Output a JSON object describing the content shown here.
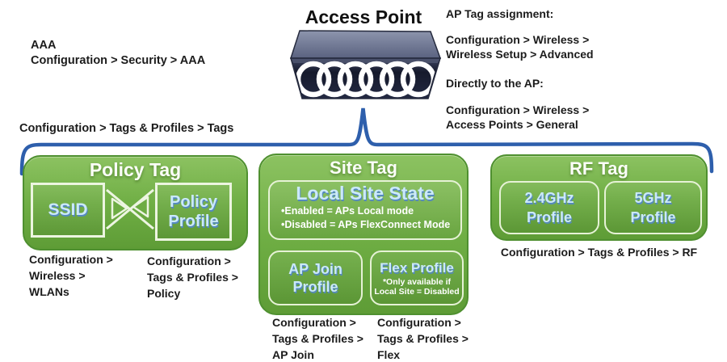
{
  "title": "Access Point",
  "ap_assignment": {
    "heading": "AP Tag assignment:",
    "line1": "Configuration >  Wireless >",
    "line2": "Wireless Setup > Advanced",
    "direct_heading": "Directly to the AP:",
    "line3": "Configuration > Wireless >",
    "line4": "Access Points > General"
  },
  "aaa": {
    "heading": "AAA",
    "path": "Configuration > Security > AAA"
  },
  "tags_breadcrumb": "Configuration > Tags & Profiles > Tags",
  "policy_tag": {
    "title": "Policy Tag",
    "ssid_label": "SSID",
    "policy_profile_label": "Policy Profile",
    "footnote_left": [
      "Configuration >",
      "Wireless >",
      "WLANs"
    ],
    "footnote_right": [
      "Configuration >",
      "Tags & Profiles >",
      "Policy"
    ]
  },
  "site_tag": {
    "title": "Site Tag",
    "local_site": {
      "title": "Local Site State",
      "bullet1": "•Enabled = APs Local mode",
      "bullet2": "•Disabled = APs  FlexConnect Mode"
    },
    "ap_join_label": "AP Join Profile",
    "flex": {
      "label": "Flex Profile",
      "note1": "*Only available if",
      "note2": "Local Site = Disabled"
    },
    "footnote_left": [
      "Configuration >",
      "Tags & Profiles >",
      "AP Join"
    ],
    "footnote_right": [
      "Configuration >",
      "Tags & Profiles >",
      "Flex"
    ]
  },
  "rf_tag": {
    "title": "RF Tag",
    "profile24_label": "2.4GHz Profile",
    "profile5_label": "5GHz Profile",
    "footnote": "Configuration > Tags & Profiles > RF"
  },
  "icons": {
    "ap_device": "access-point-device",
    "mapping_arrows": "crossing-arrows",
    "brace": "blue-bracket"
  },
  "colors": {
    "green_box": "#6fae44",
    "green_border": "#4f9030",
    "bracket_blue": "#2e5fac",
    "light_blue_text": "#cbe9fb",
    "device_front": "#1b2033",
    "device_top": "#737c96"
  }
}
